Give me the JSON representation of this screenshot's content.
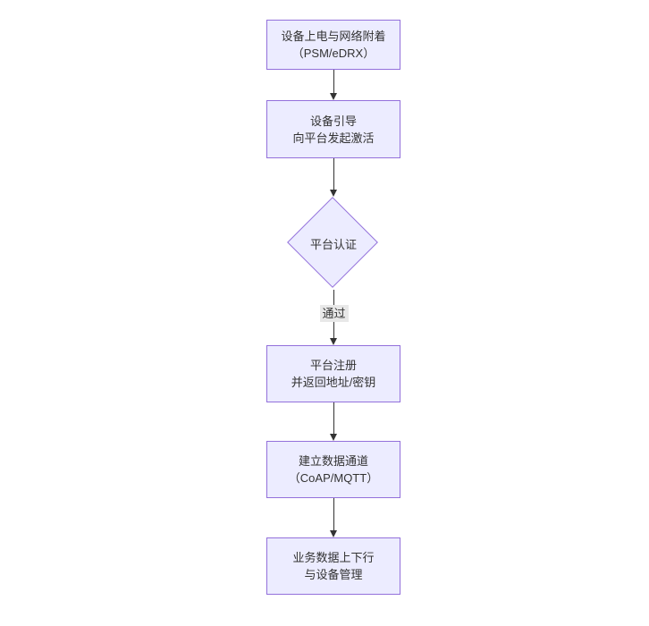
{
  "diagram": {
    "type": "flowchart",
    "direction": "top-down",
    "nodes": [
      {
        "id": "power_on",
        "shape": "rect",
        "label": "设备上电与网络附着\n（PSM/eDRX）"
      },
      {
        "id": "bootstrap",
        "shape": "rect",
        "label": "设备引导\n向平台发起激活"
      },
      {
        "id": "auth",
        "shape": "diamond",
        "label": "平台认证"
      },
      {
        "id": "register",
        "shape": "rect",
        "label": "平台注册\n并返回地址/密钥"
      },
      {
        "id": "channel",
        "shape": "rect",
        "label": "建立数据通道\n（CoAP/MQTT）"
      },
      {
        "id": "business",
        "shape": "rect",
        "label": "业务数据上下行\n与设备管理"
      }
    ],
    "edges": [
      {
        "from": "power_on",
        "to": "bootstrap",
        "label": ""
      },
      {
        "from": "bootstrap",
        "to": "auth",
        "label": ""
      },
      {
        "from": "auth",
        "to": "register",
        "label": "通过"
      },
      {
        "from": "register",
        "to": "channel",
        "label": ""
      },
      {
        "from": "channel",
        "to": "business",
        "label": ""
      }
    ],
    "colors": {
      "node_fill": "#ECECFF",
      "node_border": "#9370DB",
      "arrow": "#333333",
      "edge_label_bg": "#e8e8e8",
      "text": "#333333",
      "background": "#ffffff"
    }
  }
}
